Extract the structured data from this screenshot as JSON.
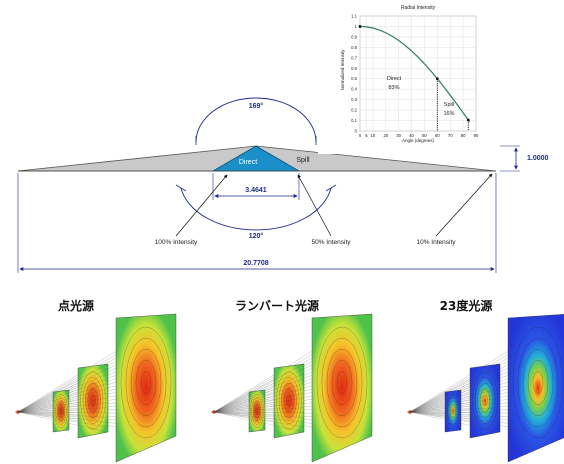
{
  "diagram": {
    "angle_top": "169°",
    "angle_bottom": "120°",
    "height_dim": "1.0000",
    "width_inner": "3.4641",
    "width_total": "20.7708",
    "label_direct": "Direct",
    "label_spill": "Spill",
    "callouts": [
      "100% Intensity",
      "50% Intensity",
      "10% Intensity"
    ]
  },
  "chart_data": {
    "type": "line",
    "title": "Radial Intensity",
    "xlabel": "Angle (degrees)",
    "ylabel": "Normalized Intensity",
    "xlim": [
      0,
      90
    ],
    "ylim": [
      0,
      1.1
    ],
    "xticks": [
      "0",
      "5",
      "10",
      "20",
      "30",
      "40",
      "50",
      "60",
      "70",
      "80",
      "90"
    ],
    "yticks": [
      "0",
      "0.1",
      "0.2",
      "0.3",
      "0.4",
      "0.5",
      "0.6",
      "0.7",
      "0.8",
      "0.9",
      "1",
      "1.1"
    ],
    "series": [
      {
        "x": [
          0,
          5,
          10,
          15,
          20,
          25,
          30,
          35,
          40,
          45,
          50,
          55,
          60,
          65,
          70,
          75,
          80,
          85
        ],
        "values": [
          1,
          0.996,
          0.985,
          0.966,
          0.94,
          0.906,
          0.866,
          0.819,
          0.766,
          0.707,
          0.643,
          0.574,
          0.5,
          0.423,
          0.342,
          0.259,
          0.174,
          0.087
        ]
      }
    ],
    "annotations": {
      "direct_label": "Direct",
      "direct_value": "83%",
      "spill_label": "Spill",
      "spill_value": "16%"
    },
    "grid": true
  },
  "panels": [
    {
      "title": "点光源",
      "scheme": "warm"
    },
    {
      "title": "ランバート光源",
      "scheme": "warm"
    },
    {
      "title": "23度光源",
      "scheme": "cool"
    }
  ],
  "colors": {
    "direct_fill": "#1a8fc9",
    "spill_fill": "#c8c8c8",
    "dim_line": "#1d2b8f",
    "curve": "#2e7d6a",
    "field_red": "#e8341c",
    "field_green": "#5fc94a",
    "field_blue": "#2d3fe0"
  }
}
